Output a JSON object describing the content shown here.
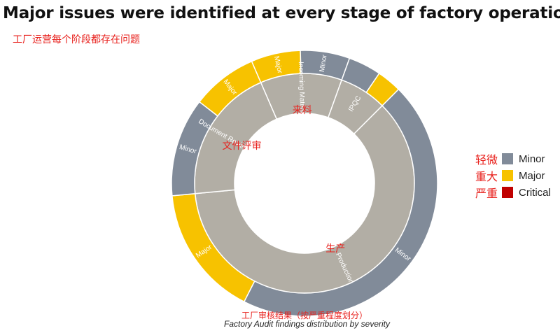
{
  "header": {
    "title": "Major issues were identified at every stage of factory operations",
    "subtitle_cn": "工厂运营每个阶段都存在问题"
  },
  "caption": {
    "cn": "工厂审核结果（按严重程度划分）",
    "en": "Factory Audit findings distribution by severity"
  },
  "colors": {
    "minor": "#818b99",
    "major": "#f7c200",
    "critical": "#c00000",
    "stage": "#b2aea5",
    "stage_text": "#ffffff"
  },
  "legend": [
    {
      "cn": "轻微",
      "label": "Minor",
      "color": "#818b99"
    },
    {
      "cn": "重大",
      "label": "Major",
      "color": "#f7c200"
    },
    {
      "cn": "严重",
      "label": "Critical",
      "color": "#c00000"
    }
  ],
  "chart_data": {
    "type": "sunburst",
    "unit": "percent of findings",
    "inner_ring": [
      {
        "name": "Production",
        "cn": "生产",
        "value": 61
      },
      {
        "name": "Document Review",
        "cn": "文件评审",
        "value": 20
      },
      {
        "name": "Incoming Material",
        "cn": "来料",
        "value": 12
      },
      {
        "name": "IPQC",
        "cn": "",
        "value": 7
      }
    ],
    "outer_ring": [
      {
        "parent": "Production",
        "severity": "Minor",
        "label": "Minor",
        "value": 45
      },
      {
        "parent": "Production",
        "severity": "Major",
        "label": "Major",
        "value": 16
      },
      {
        "parent": "Document Review",
        "severity": "Minor",
        "label": "Minor",
        "value": 12
      },
      {
        "parent": "Document Review",
        "severity": "Major",
        "label": "Major",
        "value": 8
      },
      {
        "parent": "Incoming Material",
        "severity": "Major",
        "label": "Major",
        "value": 6
      },
      {
        "parent": "Incoming Material",
        "severity": "Minor",
        "label": "Minor",
        "value": 6
      },
      {
        "parent": "IPQC",
        "severity": "Minor",
        "label": "",
        "value": 4
      },
      {
        "parent": "IPQC",
        "severity": "Major",
        "label": "",
        "value": 3
      }
    ]
  }
}
